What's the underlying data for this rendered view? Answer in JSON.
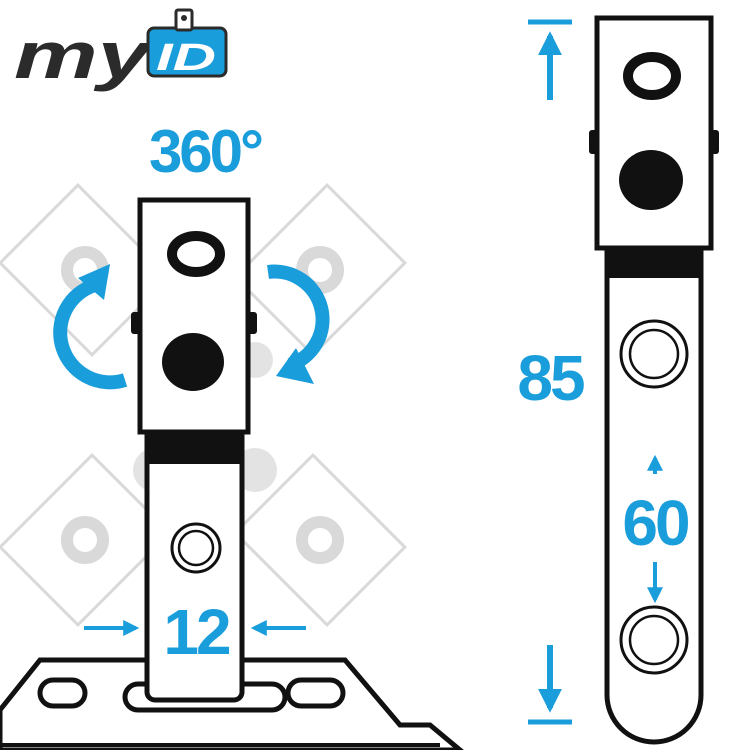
{
  "logo": {
    "part_my": "my",
    "part_id": "ID",
    "id_color": "#1a9ddb",
    "my_color": "#2b2b2b"
  },
  "labels": {
    "rotation": "360°",
    "width": "12",
    "total_length": "85",
    "hole_spacing": "60"
  },
  "colors": {
    "accent": "#1a9ddb",
    "outline": "#111111",
    "ghost": "#d8d8d8"
  }
}
